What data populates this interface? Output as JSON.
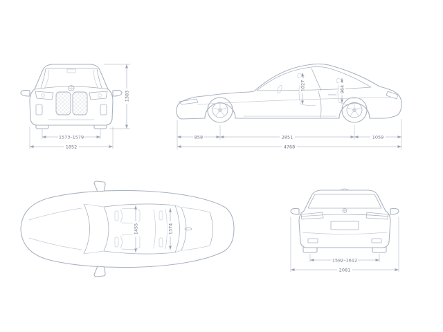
{
  "colors": {
    "background": "#ffffff",
    "car_line": "#aab3c0",
    "detail_line": "#c6cdd7",
    "dim_line": "#9aa2b2",
    "dim_text": "#6d7585"
  },
  "dimensions": {
    "front": {
      "track_front": "1573–1579",
      "overall_width": "1852",
      "overall_height": "1383"
    },
    "side": {
      "front_overhang": "858",
      "wheelbase": "2851",
      "rear_overhang": "1059",
      "overall_length": "4768",
      "headroom_front": "1027",
      "headroom_rear": "964"
    },
    "top": {
      "interior_width_front": "1455",
      "interior_width_rear": "1374"
    },
    "rear": {
      "track_rear": "1592–1612",
      "overall_width_mirrors": "2081"
    }
  }
}
